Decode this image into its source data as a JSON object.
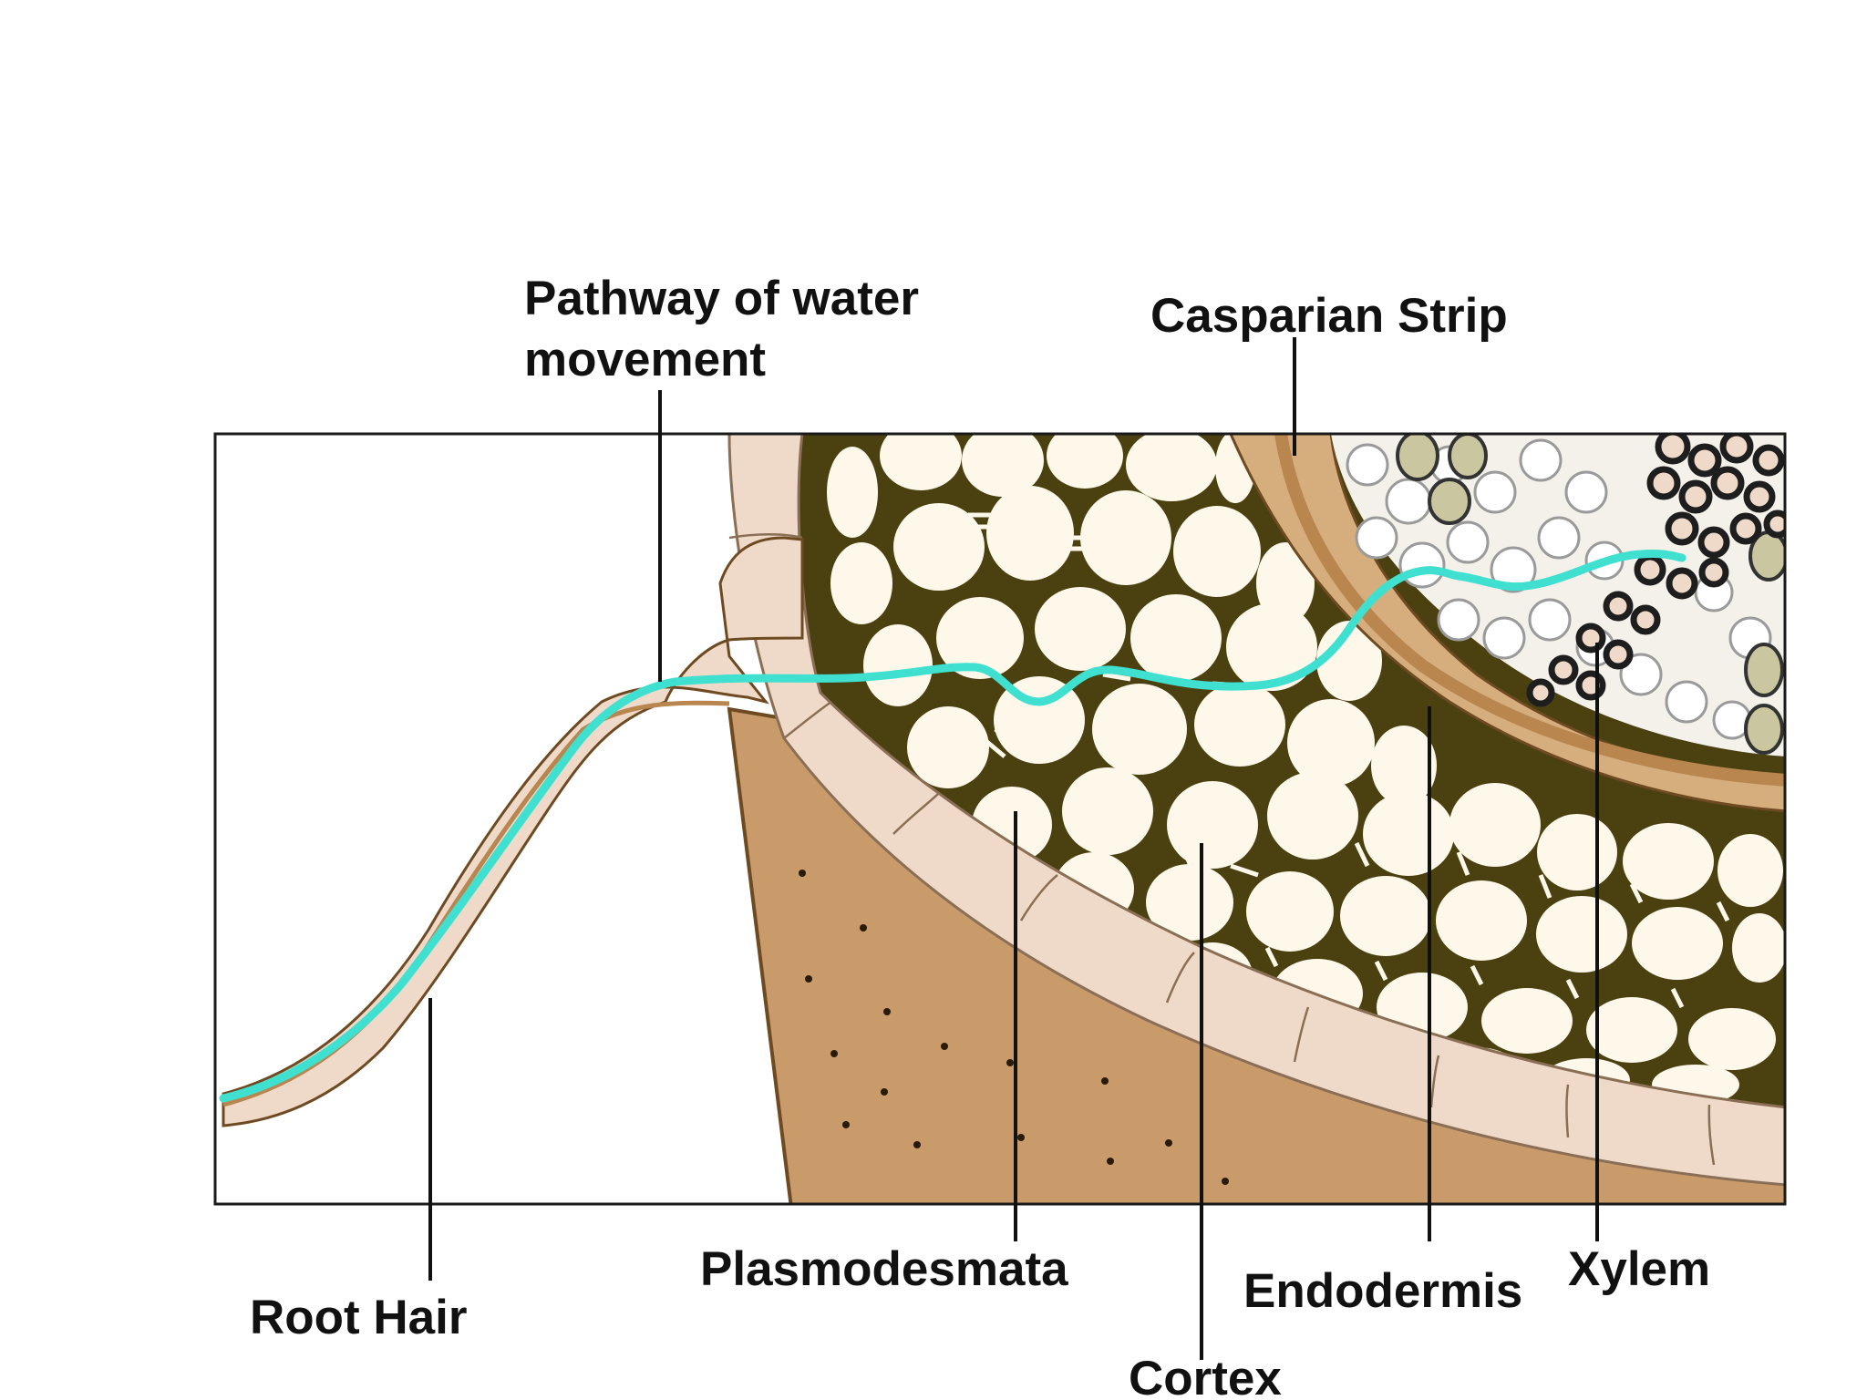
{
  "labels": {
    "pathway_line1": "Pathway of water",
    "pathway_line2": "movement",
    "casparian_strip": "Casparian Strip",
    "root_hair": "Root Hair",
    "plasmodesmata": "Plasmodesmata",
    "endodermis": "Endodermis",
    "xylem": "Xylem",
    "cortex": "Cortex"
  },
  "colors": {
    "water_pathway": "#40e0d0",
    "cortex_cell_wall": "#4a4010",
    "cortex_cell": "#fdf8ea",
    "epidermis": "#efd9c8",
    "soil": "#c99a6a",
    "casparian_band": "#b8864e",
    "xylem_wall": "#1e1e1e"
  }
}
